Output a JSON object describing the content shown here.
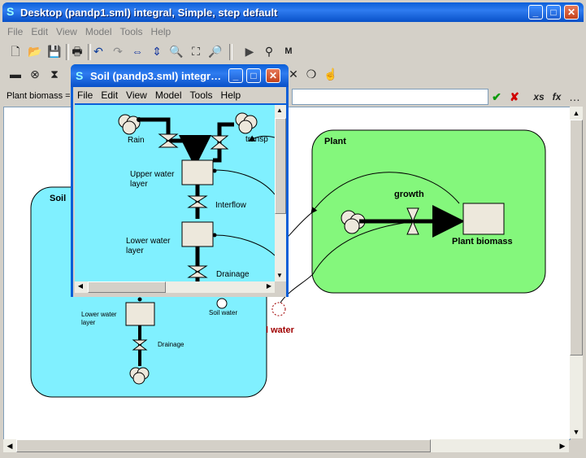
{
  "main_window": {
    "title": "Desktop (pandp1.sml) integral, Simple, step default",
    "menu": [
      "File",
      "Edit",
      "View",
      "Model",
      "Tools",
      "Help"
    ],
    "equation_label": "Plant biomass ="
  },
  "sub_window": {
    "title": "Soil (pandp3.sml) integr…",
    "menu": [
      "File",
      "Edit",
      "View",
      "Model",
      "Tools",
      "Help"
    ],
    "labels": {
      "rain": "Rain",
      "transp": "transp",
      "upper": "Upper water\nlayer",
      "interflow": "Interflow",
      "lower": "Lower water\nlayer",
      "drainage": "Drainage"
    }
  },
  "diagram": {
    "soil_title": "Soil",
    "plant_title": "Plant",
    "growth_label": "growth",
    "plant_biomass_label": "Plant biomass",
    "soil_water_label": "l water",
    "soil_small_lower": "Lower water\nlayer",
    "soil_small_drainage": "Drainage",
    "soil_small_water": "Soil water"
  },
  "colors": {
    "soil_fill": "#80f0ff",
    "plant_fill": "#84f77c",
    "stock_fill": "#ede8dc",
    "titlebar": "#0a5fd8",
    "soil_water_text": "#a00000"
  }
}
